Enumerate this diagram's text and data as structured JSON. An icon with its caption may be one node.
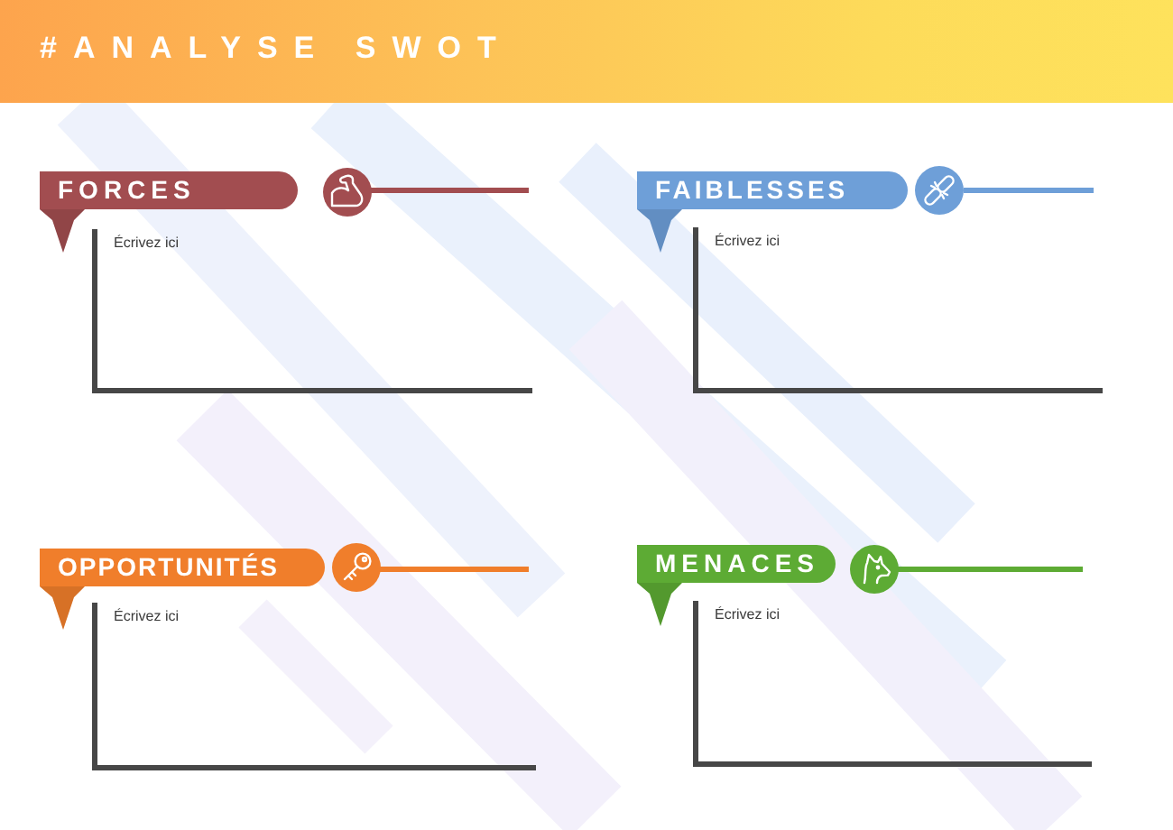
{
  "diagram": {
    "title": "#ANALYSE SWOT",
    "nodes": [
      {
        "text": [
          "FORCES"
        ]
      },
      {
        "text": [
          "Écrivez ici"
        ]
      },
      {
        "text": [
          "FAIBLESSES"
        ]
      },
      {
        "text": [
          "Écrivez ici"
        ]
      },
      {
        "text": [
          "OPPORTUNITÉS"
        ]
      },
      {
        "text": [
          "Écrivez ici"
        ]
      },
      {
        "text": [
          "MENACES"
        ]
      },
      {
        "text": [
          "Écrivez ici"
        ]
      }
    ]
  }
}
